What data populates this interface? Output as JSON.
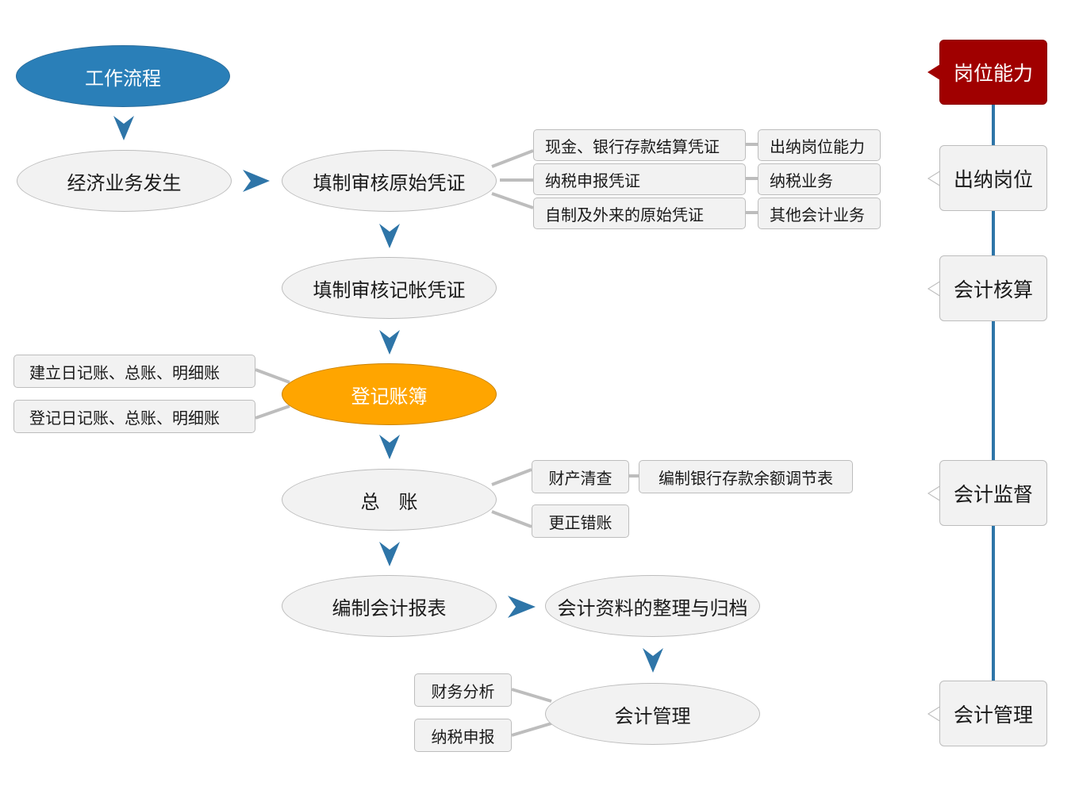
{
  "colors": {
    "arrow": "#2e75a8",
    "start_node": "#2a7fb8",
    "highlight_node": "#ffa500",
    "ability_header": "#a00000",
    "node_fill": "#f2f2f2",
    "connector": "#bdbdbd"
  },
  "workflow": {
    "start": "工作流程",
    "steps": {
      "s1": "经济业务发生",
      "s2": "填制审核原始凭证",
      "s3": "填制审核记帐凭证",
      "s4": "登记账簿",
      "s5": "总　账",
      "s6": "编制会计报表",
      "s7": "会计资料的整理与归档",
      "s8": "会计管理"
    }
  },
  "branches": {
    "original_vouchers": [
      {
        "item": "现金、银行存款结算凭证",
        "ability": "出纳岗位能力"
      },
      {
        "item": "纳税申报凭证",
        "ability": "纳税业务"
      },
      {
        "item": "自制及外来的原始凭证",
        "ability": "其他会计业务"
      }
    ],
    "books": [
      "建立日记账、总账、明细账",
      "登记日记账、总账、明细账"
    ],
    "ledger": {
      "inventory": "财产清查",
      "inventory_sub": "编制银行存款余额调节表",
      "correction": "更正错账"
    },
    "management": [
      "财务分析",
      "纳税申报"
    ]
  },
  "abilities": {
    "header": "岗位能力",
    "items": [
      "出纳岗位",
      "会计核算",
      "会计监督",
      "会计管理"
    ]
  }
}
